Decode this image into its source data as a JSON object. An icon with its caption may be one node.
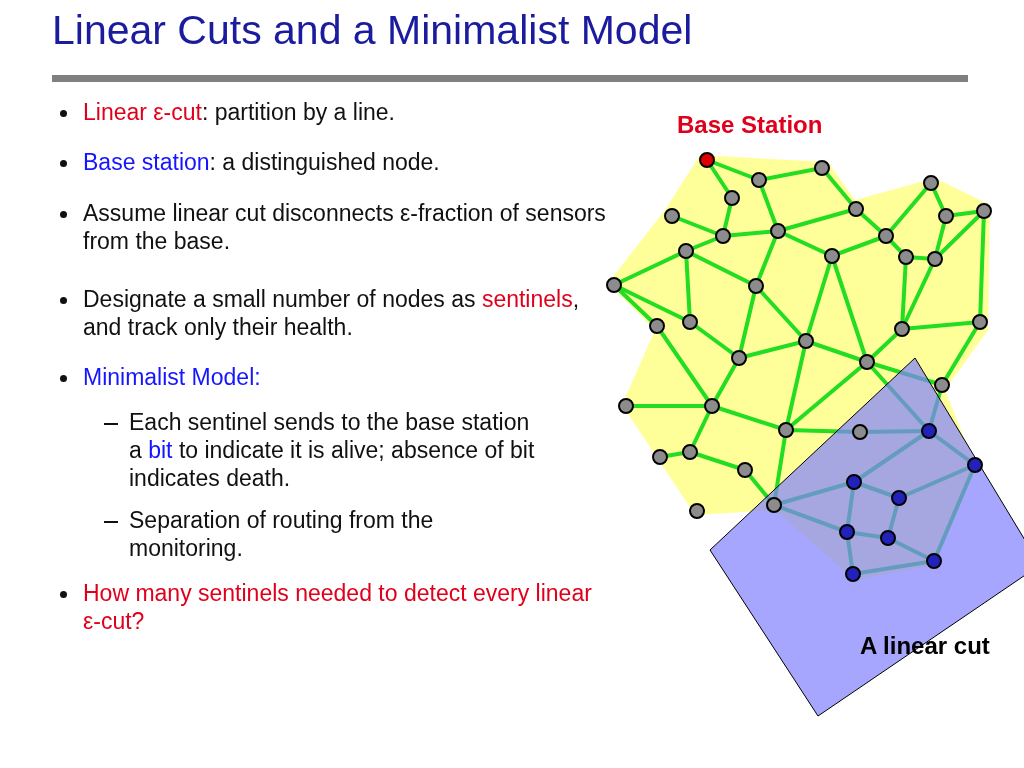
{
  "diagram": {
    "title": "Linear Cuts and a Minimalist Model",
    "labels": [
      "Linear ε-cut",
      ": partition by a line.",
      "Base station",
      ": a distinguished node.",
      "Assume linear cut disconnects ε-fraction of sensors from the base.",
      "Designate a small number of nodes as",
      "sentinels",
      ", and track only their health.",
      "Minimalist Model:",
      "Each sentinel sends to the base station a",
      "bit",
      "to indicate it is alive; absence of bit indicates death.",
      "Separation of routing from the monitoring.",
      "How many sentinels needed to detect every linear ε-cut?",
      "Base Station",
      "A linear cut"
    ]
  }
}
